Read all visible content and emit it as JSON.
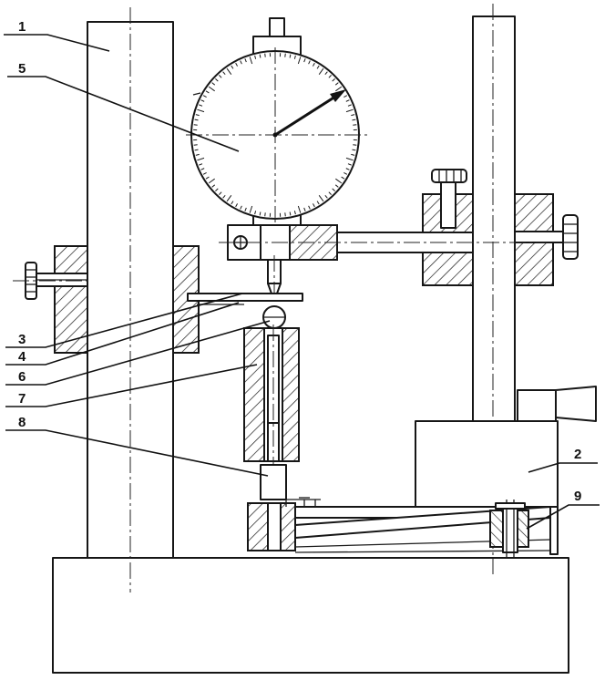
{
  "labels": {
    "l1": "1",
    "l2": "2",
    "l3": "3",
    "l4": "4",
    "l5": "5",
    "l6": "6",
    "l7": "7",
    "l8": "8",
    "l9": "9"
  },
  "colors": {
    "ink": "#161616",
    "paper": "#ffffff"
  }
}
